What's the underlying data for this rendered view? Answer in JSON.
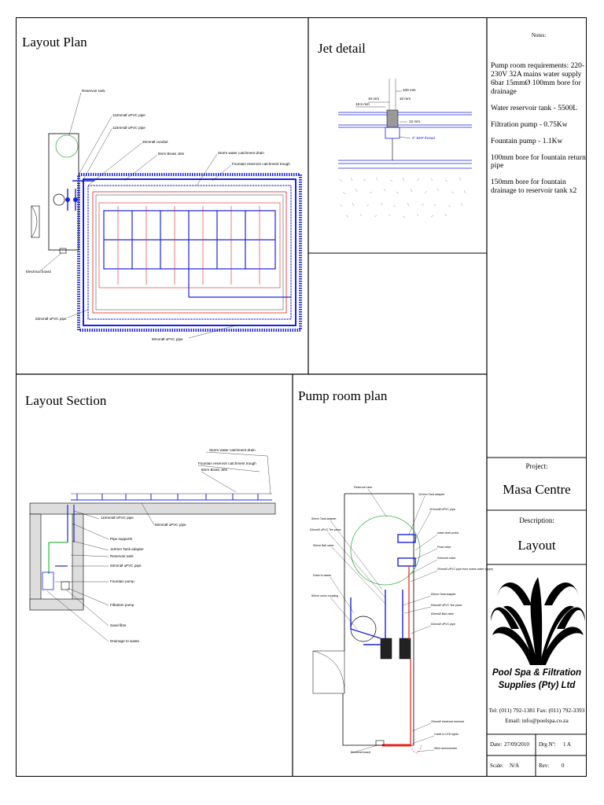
{
  "panels": {
    "layout_plan": {
      "title": "Layout Plan",
      "labels": {
        "reservoir_tank": "Reservoir tank",
        "pipe_110_a": "110mmØ uPVC pipe",
        "pipe_110_b": "110mmØ uPVC pipe",
        "conduit_20": "20mmØ conduit",
        "brass_jets": "8mm Brass Jets",
        "storm_drain": "Storm water catchment drain",
        "fountain_trough": "Fountain reservoir catchment trough",
        "electrical_board": "Electrical board",
        "pipe_63": "63mmØ uPVC pipe",
        "pipe_50": "50mmØ uPVC pipe"
      }
    },
    "jet_detail": {
      "title": "Jet detail",
      "labels": {
        "dim_100": "100 mm",
        "dim_10_a": "10 mm",
        "dim_10_b": "10 mm",
        "dim_18": "18.5 mm",
        "dim_12": "12 mm",
        "thread": "2\" BSP thread"
      }
    },
    "layout_section": {
      "title": "Layout Section",
      "labels": {
        "storm_drain": "Storm water catchment drain",
        "fountain_trough": "Fountain reservoir catchment trough",
        "brass_jets": "8mm Brass Jets",
        "pipe_110": "110mmØ uPVC pipe",
        "pipe_50": "50mmØ uPVC pipe",
        "pipe_supports": "Pipe supports",
        "tank_adapter": "110mm Tank adapter",
        "reservoir_tank": "Reservoir tank",
        "pipe_63": "63mmØ uPVC pipe",
        "fountain_pump": "Fountain pump",
        "filtration_pump": "Filtration pump",
        "sand_filter": "Sand filter",
        "drainage": "Drainage to waste"
      }
    },
    "pump_room": {
      "title": "Pump room plan",
      "labels": {
        "reservoir_tank": "Reservoir tank",
        "tank_adapter_110": "110mm Tank adapter",
        "pipe_110": "110mmØ uPVC pipe",
        "tank_adapter_50": "50mm Tank adapter",
        "water_level_probe": "water level probe",
        "pipe_63_tee": "63mmØ uPVC Tee piece",
        "float_valve": "Float valve",
        "ball_valve_50": "50mm Ball valve",
        "solenoid_valve": "Solenoid valve",
        "pipe_20": "20mmØ uPVC pipe from mains water supply",
        "drain_to_waste": "Drain to waste",
        "tank_adapter_63": "63mm Tank adapter",
        "pipe_63_tee_b": "63mmØ uPVC Tee piece",
        "union_coupling": "50mm union coupling",
        "ball_valve_63": "63mmØ Ball valve",
        "pipe_63": "63mmØ uPVC pipe",
        "electrical_terminal": "20mmØ electrical terminal",
        "cable": "Cable to LED lights",
        "water_anemometer": "Wind anemometer",
        "electrical_board": "Electrical board"
      }
    }
  },
  "notes": {
    "heading": "Notes:",
    "items": [
      "Pump room requirements: 220-230V 32A mains water supply 6bar 15mmØ 100mm bore for drainage",
      "Water reservoir tank - 5500L",
      "Filtration pump - 0.75Kw",
      "Fountain pump - 1.1Kw",
      "100mm bore for fountain return pipe",
      "150mm bore for fountain drainage to reservoir tank x2"
    ]
  },
  "title_block": {
    "project_label": "Project:",
    "project": "Masa Centre",
    "description_label": "Description:",
    "description": "Layout",
    "company_line1": "Pool Spa & Filtration",
    "company_line2": "Supplies (Pty) Ltd",
    "contact": "Tel: (011) 792-1381  Fax: (011) 792-3393",
    "email": "Email: info@poolspa.co.za",
    "date_label": "Date:",
    "date": "27/09/2010",
    "drg_label": "Drg Nº:",
    "drg": "1 A",
    "scale_label": "Scale:",
    "scale": "N/A",
    "rev_label": "Rev:",
    "rev": "0"
  },
  "colors": {
    "pipe_blue": "#1a24d9",
    "pipe_red": "#e0231c",
    "pipe_green": "#3ab34a",
    "line": "#000000"
  }
}
